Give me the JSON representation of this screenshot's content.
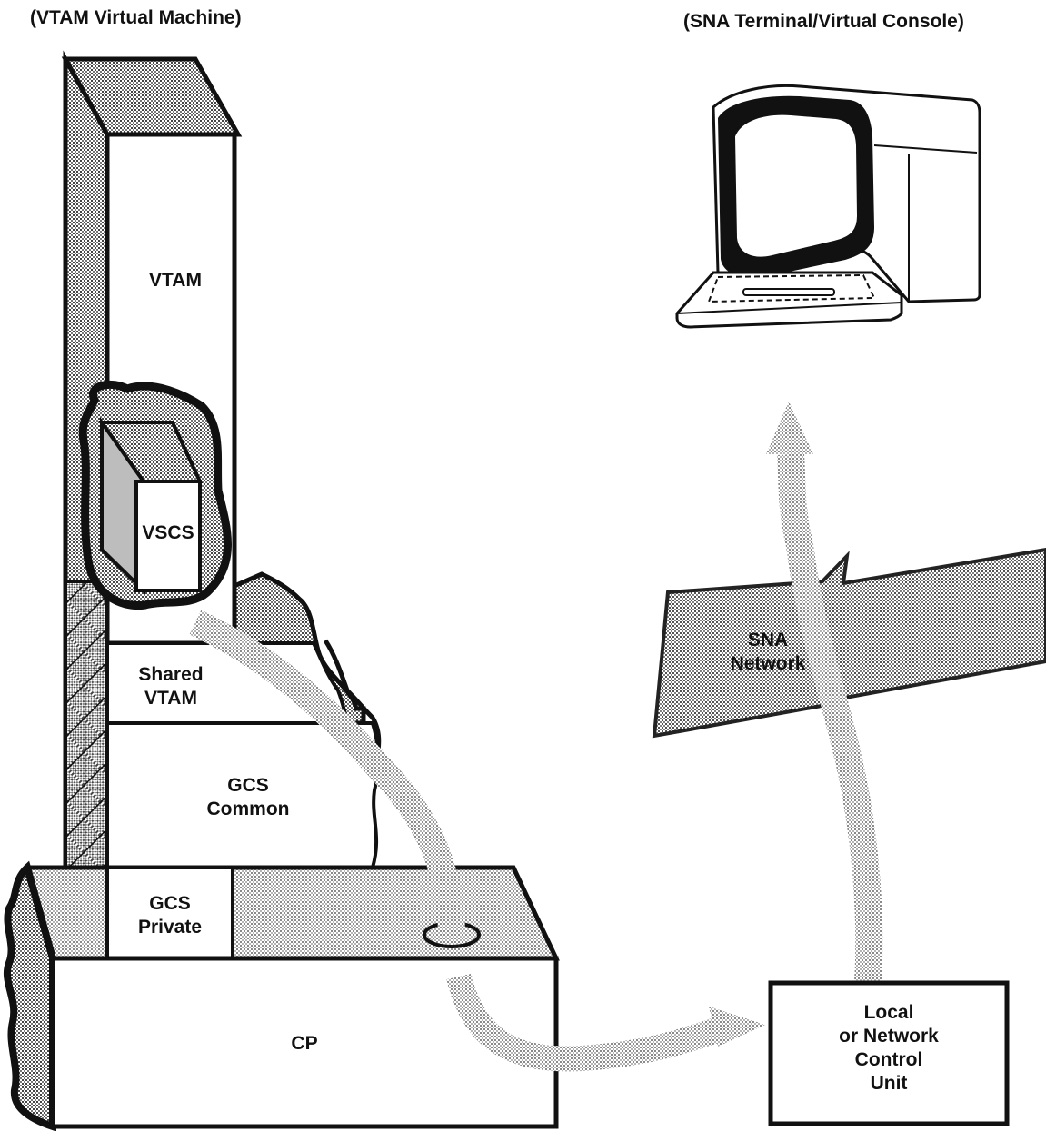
{
  "headers": {
    "left": "(VTAM Virtual Machine)",
    "right": "(SNA Terminal/Virtual Console)"
  },
  "blocks": {
    "vtam": "VTAM",
    "vscs": "VSCS",
    "shared_vtam": [
      "Shared",
      "VTAM"
    ],
    "gcs_common": [
      "GCS",
      "Common"
    ],
    "gcs_private": [
      "GCS",
      "Private"
    ],
    "cp": "CP"
  },
  "network": {
    "label": [
      "SNA",
      "Network"
    ]
  },
  "control_unit": {
    "label": [
      "Local",
      "or Network",
      "Control",
      "Unit"
    ]
  },
  "icons": [
    "display-terminal-icon",
    "keyboard-icon"
  ],
  "colors": {
    "ink": "#111111",
    "shade": "#9a9a9a",
    "paper": "#ffffff"
  }
}
